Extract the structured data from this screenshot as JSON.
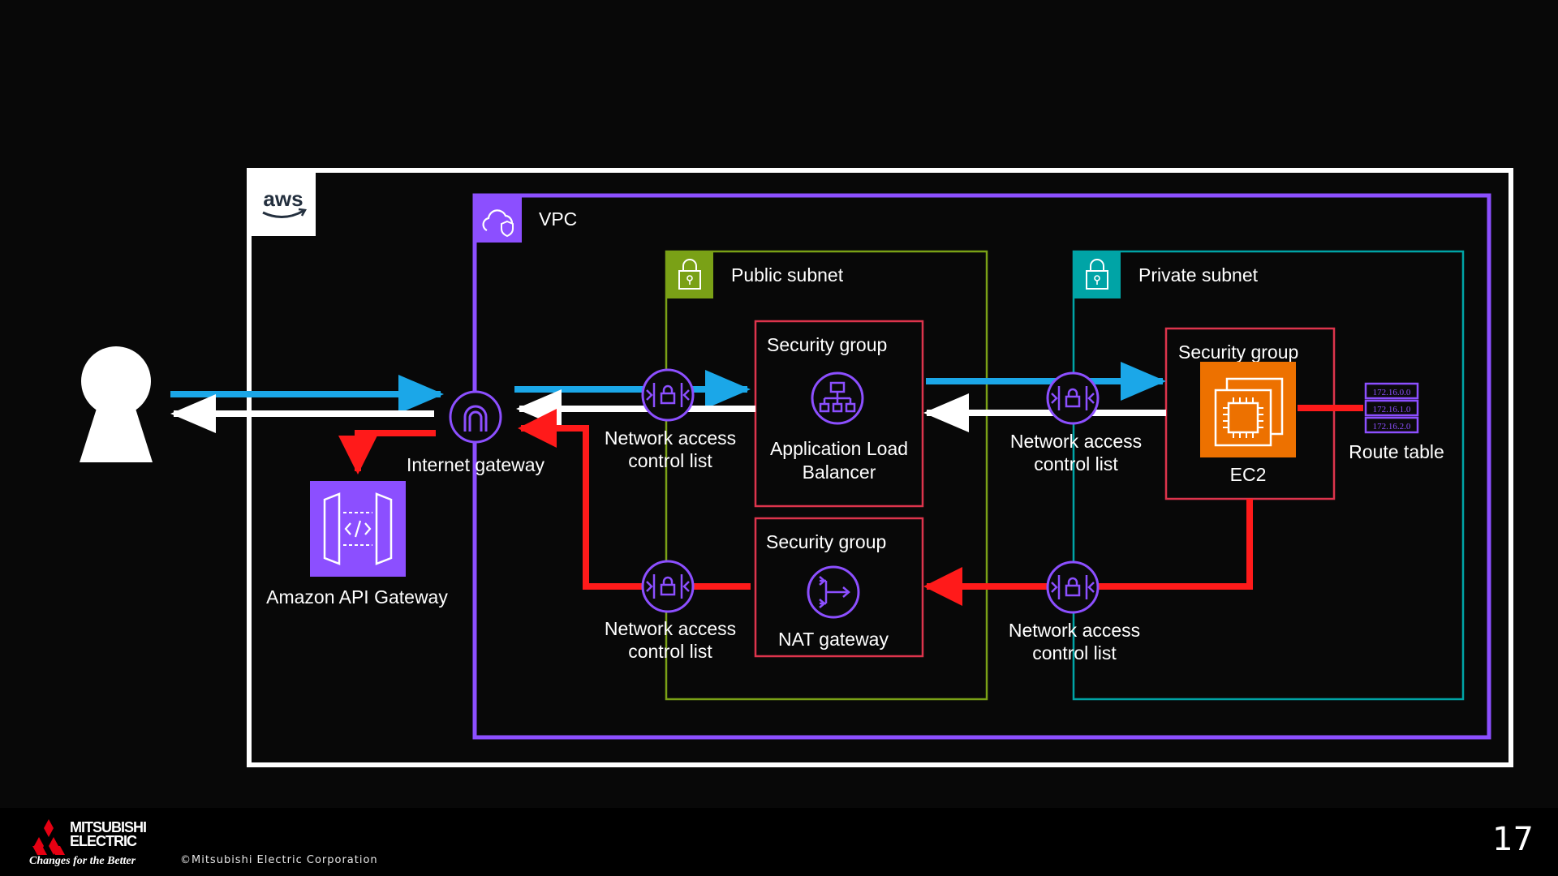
{
  "labels": {
    "aws": "aws",
    "vpc": "VPC",
    "public_subnet": "Public subnet",
    "private_subnet": "Private subnet",
    "security_group": "Security group",
    "network_acl_line1": "Network access",
    "network_acl_line2": "control list",
    "internet_gateway": "Internet gateway",
    "api_gateway": "Amazon API Gateway",
    "alb_line1": "Application Load",
    "alb_line2": "Balancer",
    "nat_gateway": "NAT gateway",
    "ec2": "EC2",
    "route_table": "Route table",
    "route_entries": [
      "172.16.0.0",
      "172.16.1.0",
      "172.16.2.0"
    ]
  },
  "footer": {
    "brand_line1": "MITSUBISHI",
    "brand_line2": "ELECTRIC",
    "tagline": "Changes for the Better",
    "copyright": "©Mitsubishi Electric Corporation",
    "page_number": "17"
  },
  "colors": {
    "background": "#080808",
    "aws_cloud_border": "#ffffff",
    "vpc": "#8c4fff",
    "public_subnet": "#7aa116",
    "private_subnet": "#00a4a6",
    "security_group": "#dd344c",
    "inbound_flow": "#1ba7e8",
    "return_flow": "#ffffff",
    "outbound_flow": "#ff1a1a",
    "ec2": "#ed7100",
    "api_gateway": "#8c4fff",
    "brand_red": "#e60012"
  },
  "icons": [
    "aws-logo-icon",
    "vpc-cloud-icon",
    "lock-icon",
    "person-icon",
    "internet-gateway-icon",
    "api-gateway-icon",
    "network-acl-icon",
    "load-balancer-icon",
    "nat-gateway-icon",
    "ec2-chip-icon",
    "route-table-icon",
    "mitsubishi-diamonds-icon"
  ]
}
